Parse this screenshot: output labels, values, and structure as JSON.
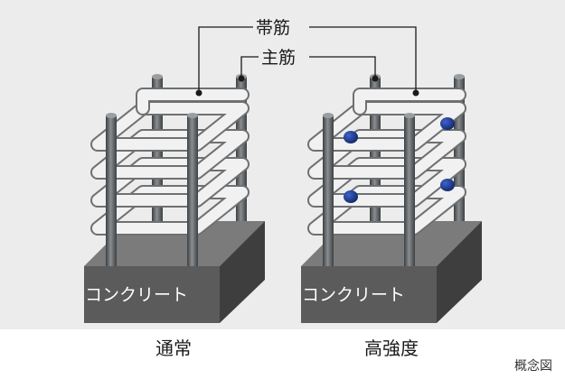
{
  "labels": {
    "hoop": "帯筋",
    "main": "主筋",
    "concrete": "コンクリート",
    "left_caption": "通常",
    "right_caption": "高強度",
    "footnote": "概念図"
  },
  "colors": {
    "background_panel": "#ececec",
    "concrete_front": "#5b5b5b",
    "concrete_top": "#7b7b7b",
    "concrete_side": "#3e3e3e",
    "rebar": "#5e6264",
    "hoop_fill": "#f1f1f1",
    "hoop_outline": "#6e7072",
    "joint": "#1f3a8f"
  },
  "columns": [
    {
      "id": "normal",
      "joints": false
    },
    {
      "id": "high-strength",
      "joints": true
    }
  ]
}
